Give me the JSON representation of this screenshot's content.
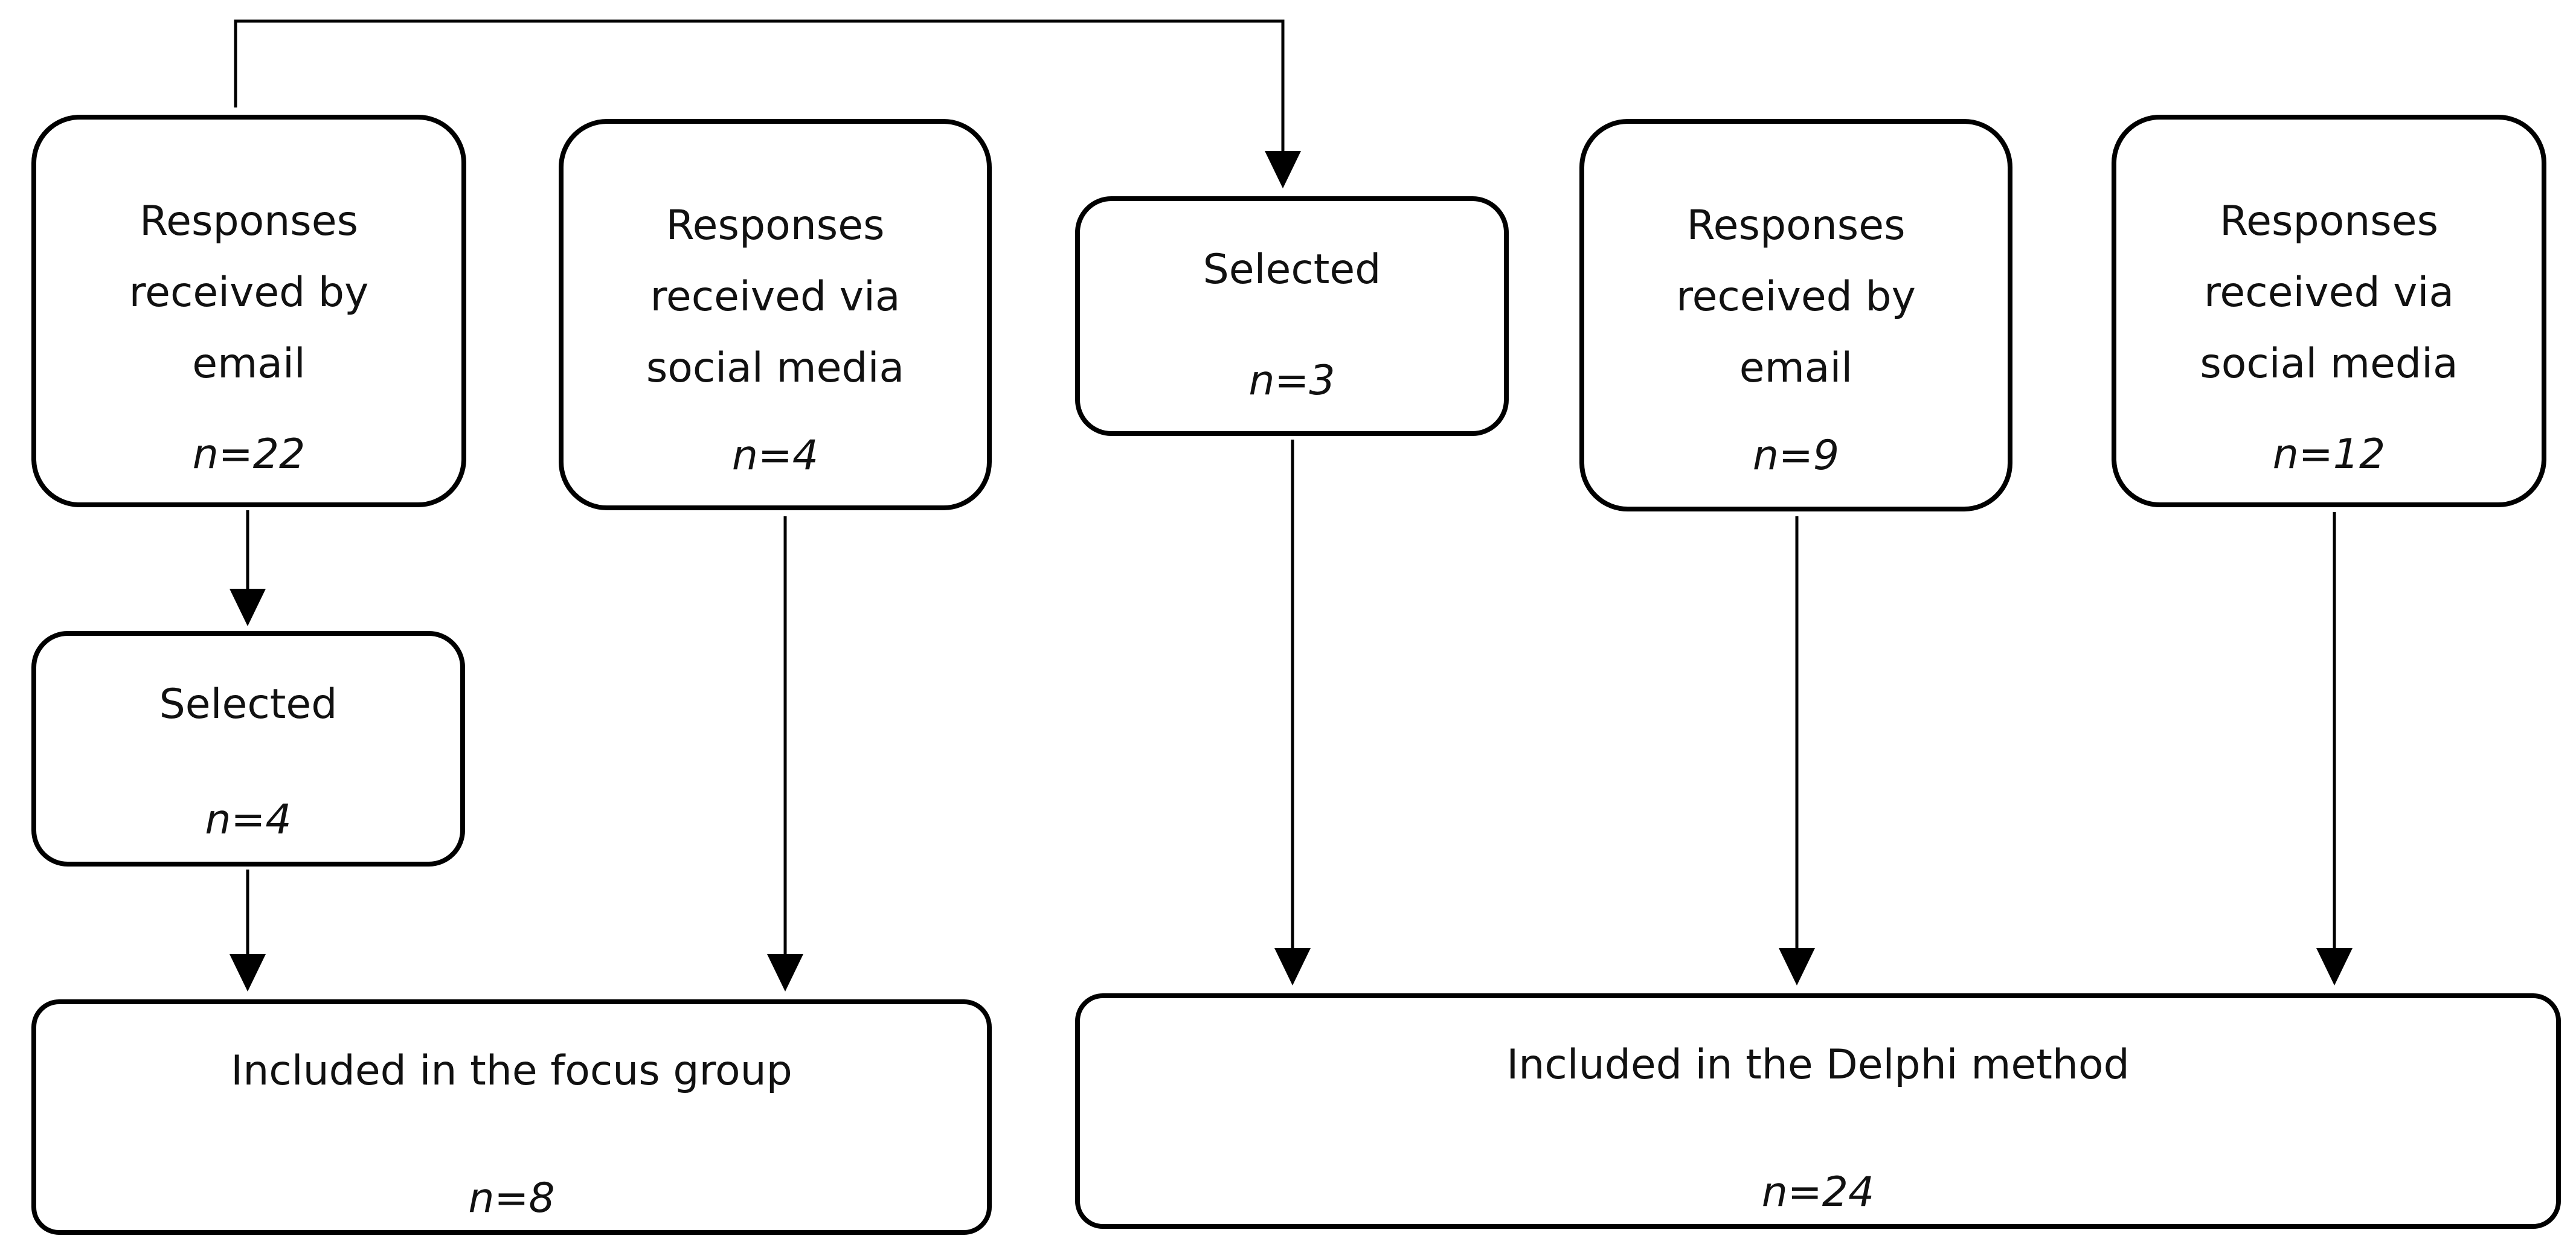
{
  "focus_group_branch": {
    "email": {
      "label": "Responses\nreceived by\nemail",
      "count": "n=22"
    },
    "social": {
      "label": "Responses\nreceived via\nsocial media",
      "count": "n=4"
    },
    "selected": {
      "label": "Selected",
      "count": "n=4"
    },
    "result": {
      "label": "Included in the focus group",
      "count": "n=8"
    }
  },
  "delphi_branch": {
    "selected": {
      "label": "Selected",
      "count": "n=3"
    },
    "email": {
      "label": "Responses\nreceived by\nemail",
      "count": "n=9"
    },
    "social": {
      "label": "Responses\nreceived via\nsocial media",
      "count": "n=12"
    },
    "result": {
      "label": "Included in the Delphi method",
      "count": "n=24"
    }
  },
  "colors": {
    "stroke": "#000000",
    "background": "#ffffff",
    "text": "#111111"
  }
}
